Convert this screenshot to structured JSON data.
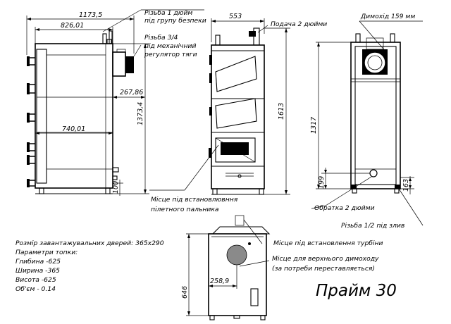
{
  "dimensions": {
    "total_depth": "1173,5",
    "body_depth": "826,01",
    "flue_offset": "267,86",
    "door_depth": "740,01",
    "total_height": "1373,4",
    "foot_height": "100",
    "front_width": "553",
    "front_height": "1613",
    "rear_height": "1317",
    "return_height": "199",
    "drain_height": "163",
    "top_offset": "258,9",
    "top_depth": "646"
  },
  "callouts": {
    "safety_group_line1": "Різьба 1 дюйм",
    "safety_group_line2": "під групу безпеки",
    "draft_regulator_line1": "Різьба 3/4",
    "draft_regulator_line2": "під механічний",
    "draft_regulator_line3": "регулятор тяги",
    "supply": "Подача 2 дюйми",
    "chimney": "Димохід 159 мм",
    "burner_line1": "Місце під встановлювння",
    "burner_line2": "пілетного пальника",
    "return_line": "Обратка 2 дюйми",
    "drain": "Різьба 1/2 під злив",
    "turbine": "Місце під встановлення турбіни",
    "top_flue_line1": "Місце для верхнього димоходу",
    "top_flue_line2": "(за потреби переставляється)"
  },
  "specs": {
    "door_size": "Розмір завантажувальних дверей: 365х290",
    "firebox_heading": "Параметри топки:",
    "depth": "Глибина -625",
    "width": "Ширина -365",
    "height": "Висота -625",
    "volume": "Об'єм - 0.14"
  },
  "model_name": "Прайм 30"
}
